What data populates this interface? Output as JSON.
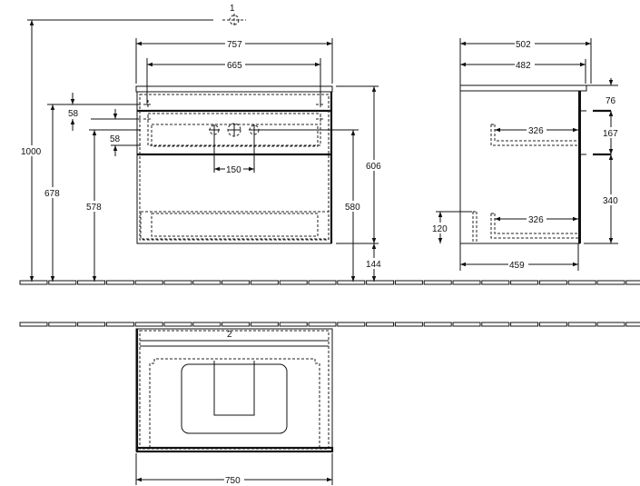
{
  "drawing": {
    "callouts": {
      "front_view": "1",
      "top_view": "2"
    },
    "front": {
      "overall_width": "757",
      "mount_spacing": "665",
      "total_height": "1000",
      "upper_mount_height": "678",
      "lower_mount_height": "578",
      "upper_offset": "58",
      "lower_offset": "58",
      "tap_spacing": "150",
      "cabinet_height": "606",
      "waste_height": "580",
      "floor_clearance": "144"
    },
    "side": {
      "overall_depth": "502",
      "cabinet_depth": "482",
      "top_drawer_offset": "76",
      "upper_drawer_height": "167",
      "lower_drawer_height": "340",
      "upper_drawer_depth": "326",
      "lower_drawer_depth": "326",
      "plinth_height": "120",
      "body_depth": "459"
    },
    "top": {
      "width": "750"
    }
  }
}
